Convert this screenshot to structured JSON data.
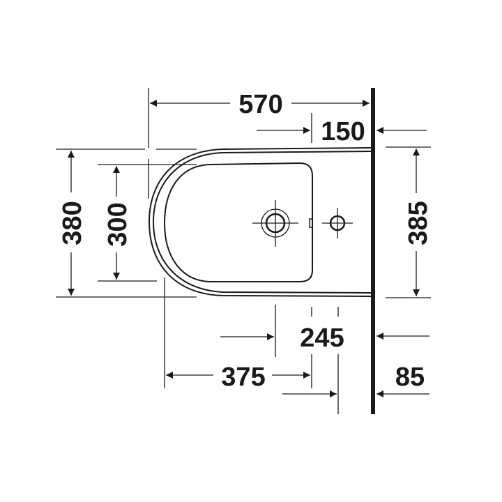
{
  "drawing": {
    "title": "Bidet top view dimension drawing",
    "line_color": "#1a1a1a",
    "background": "#ffffff",
    "dimensions": {
      "overall_depth": "570",
      "wall_to_tap_hole": "150",
      "outer_width": "380",
      "bowl_width": "300",
      "wall_bracket_height": "385",
      "wall_to_waste": "245",
      "front_to_waste": "375",
      "wall_to_supply": "85"
    }
  }
}
